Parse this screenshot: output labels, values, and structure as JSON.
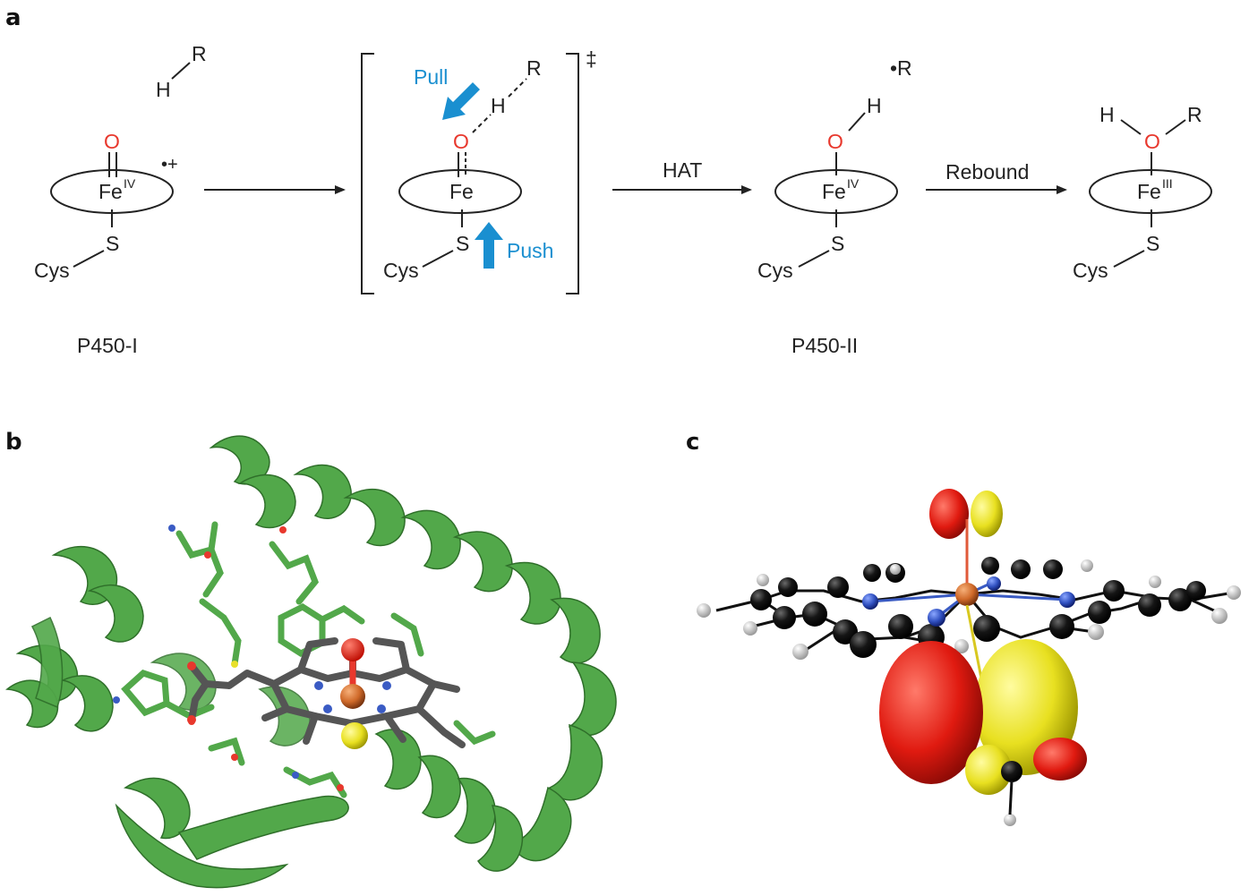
{
  "panels": {
    "a": "a",
    "b": "b",
    "c": "c"
  },
  "scheme": {
    "species1": {
      "oxygen": "O",
      "iron": "Fe",
      "iron_ox": "IV",
      "radical_cation": "•+",
      "substrate_h": "H",
      "substrate_r": "R",
      "sulfur": "S",
      "cys": "Cys",
      "name": "P450-I"
    },
    "transition_state": {
      "oxygen": "O",
      "iron": "Fe",
      "h": "H",
      "r": "R",
      "sulfur": "S",
      "cys": "Cys",
      "pull": "Pull",
      "push": "Push",
      "dagger": "‡"
    },
    "arrow_hat": "HAT",
    "species2": {
      "oxygen": "O",
      "h": "H",
      "iron": "Fe",
      "iron_ox": "IV",
      "radical_r": "•R",
      "sulfur": "S",
      "cys": "Cys",
      "name": "P450-II"
    },
    "arrow_rebound": "Rebound",
    "species3": {
      "h": "H",
      "oxygen": "O",
      "r": "R",
      "iron": "Fe",
      "iron_ox": "III",
      "sulfur": "S",
      "cys": "Cys"
    }
  },
  "colors": {
    "oxygen": "#e8382d",
    "blue_arrow": "#1a8fd0",
    "protein": "#52a84a",
    "iron": "#d06a2a",
    "sulfur": "#e8e02a",
    "carbon": "#111111",
    "nitrogen": "#3a5bc4",
    "hydrogen": "#e6e6e6"
  }
}
